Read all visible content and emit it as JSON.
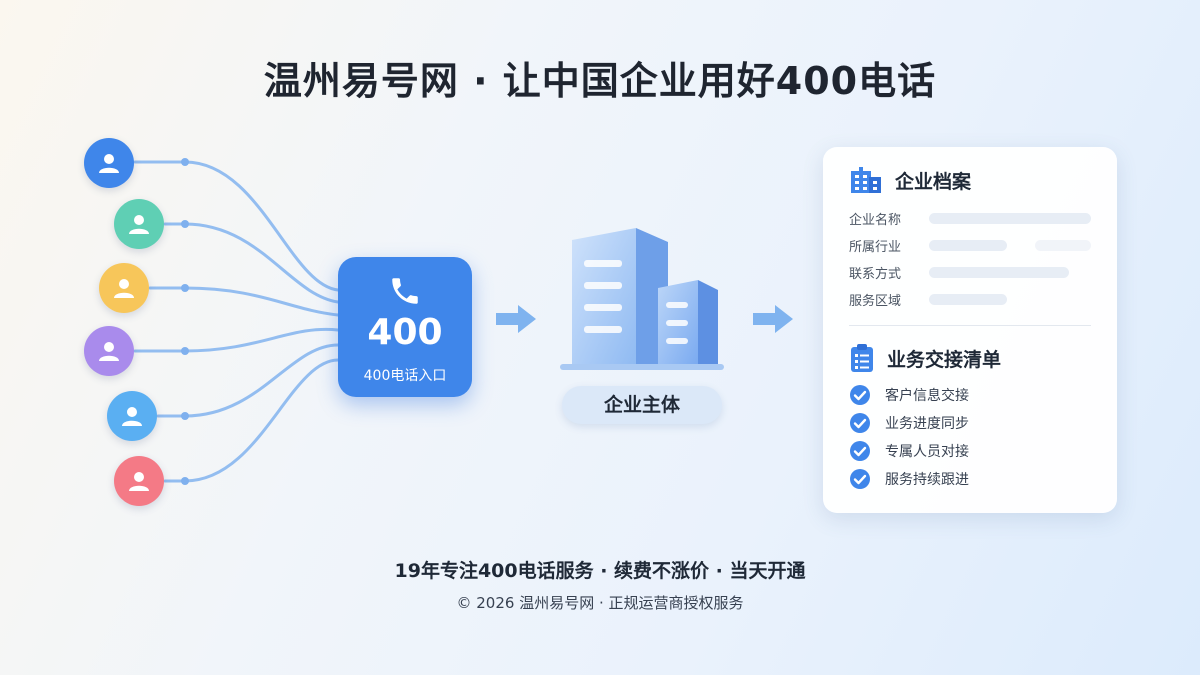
{
  "title": "温州易号网 · 让中国企业用好400电话",
  "avatars": [
    {
      "color": "#3f86ea"
    },
    {
      "color": "#5fcfb4"
    },
    {
      "color": "#f7c65a"
    },
    {
      "color": "#a98bec"
    },
    {
      "color": "#5aaff2"
    },
    {
      "color": "#f47a86"
    }
  ],
  "hub": {
    "number": "400",
    "label": "400电话入口",
    "icon": "phone-icon",
    "color": "#3f86ea"
  },
  "enterprise": {
    "label": "企业主体",
    "icon": "building-icon"
  },
  "card": {
    "profile": {
      "title": "企业档案",
      "icon": "building-icon",
      "fields": [
        {
          "label": "企业名称"
        },
        {
          "label": "所属行业"
        },
        {
          "label": "联系方式"
        },
        {
          "label": "服务区域"
        }
      ]
    },
    "checklist": {
      "title": "业务交接清单",
      "icon": "clipboard-icon",
      "items": [
        {
          "label": "客户信息交接"
        },
        {
          "label": "业务进度同步"
        },
        {
          "label": "专属人员对接"
        },
        {
          "label": "服务持续跟进"
        }
      ]
    }
  },
  "tagline": "19年专注400电话服务 · 续费不涨价 · 当天开通",
  "copyright": "© 2026 温州易号网 · 正规运营商授权服务"
}
